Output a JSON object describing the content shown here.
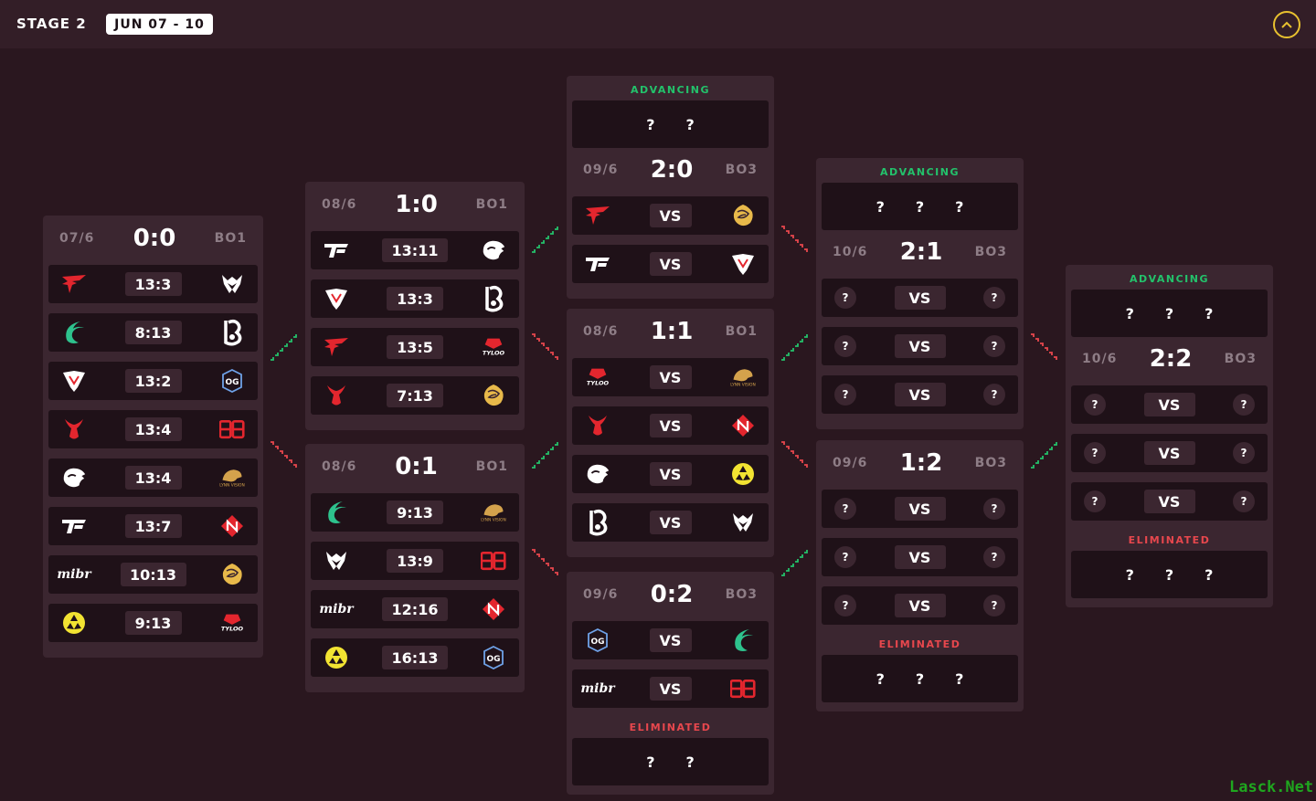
{
  "header": {
    "stage": "STAGE 2",
    "dates": "JUN 07 - 10"
  },
  "statuses": {
    "advancing": "ADVANCING",
    "eliminated": "ELIMINATED",
    "unknown": "?",
    "vs": "VS"
  },
  "colors": {
    "background": "#2a171f",
    "panel": "#3b2630",
    "row": "#1f1118",
    "advancing": "#23c26b",
    "eliminated": "#e7474d",
    "accent": "#e8c12f"
  },
  "groups": {
    "g00": {
      "date": "07/6",
      "record": "0:0",
      "format": "BO1",
      "matches": [
        {
          "left": "faze-logo",
          "score": "13:3",
          "right": "heroic-logo"
        },
        {
          "left": "falcons-logo",
          "score": "8:13",
          "right": "b8-logo"
        },
        {
          "left": "virtus-pro-logo",
          "score": "13:2",
          "right": "og-logo"
        },
        {
          "left": "g2-logo",
          "score": "13:4",
          "right": "big-logo"
        },
        {
          "left": "furia-logo",
          "score": "13:4",
          "right": "lynn-vision-logo"
        },
        {
          "left": "pain-logo",
          "score": "13:7",
          "right": "nip-logo"
        },
        {
          "left": "mibr-logo",
          "score": "10:13",
          "right": "wildcard-logo"
        },
        {
          "left": "aurora-logo",
          "score": "9:13",
          "right": "tyloo-logo"
        }
      ]
    },
    "g10": {
      "date": "08/6",
      "record": "1:0",
      "format": "BO1",
      "matches": [
        {
          "left": "pain-logo",
          "score": "13:11",
          "right": "furia-logo"
        },
        {
          "left": "virtus-pro-logo",
          "score": "13:3",
          "right": "b8-logo"
        },
        {
          "left": "faze-logo",
          "score": "13:5",
          "right": "tyloo-logo"
        },
        {
          "left": "g2-logo",
          "score": "7:13",
          "right": "wildcard-logo"
        }
      ]
    },
    "g01": {
      "date": "08/6",
      "record": "0:1",
      "format": "BO1",
      "matches": [
        {
          "left": "falcons-logo",
          "score": "9:13",
          "right": "lynn-vision-logo"
        },
        {
          "left": "heroic-logo",
          "score": "13:9",
          "right": "big-logo"
        },
        {
          "left": "mibr-logo",
          "score": "12:16",
          "right": "nip-logo"
        },
        {
          "left": "aurora-logo",
          "score": "16:13",
          "right": "og-logo"
        }
      ]
    },
    "g20": {
      "date": "09/6",
      "record": "2:0",
      "format": "BO3",
      "matches": [
        {
          "left": "faze-logo",
          "score": "VS",
          "right": "wildcard-logo"
        },
        {
          "left": "pain-logo",
          "score": "VS",
          "right": "virtus-pro-logo"
        }
      ]
    },
    "g11": {
      "date": "08/6",
      "record": "1:1",
      "format": "BO1",
      "matches": [
        {
          "left": "tyloo-logo",
          "score": "VS",
          "right": "lynn-vision-logo"
        },
        {
          "left": "g2-logo",
          "score": "VS",
          "right": "nip-logo"
        },
        {
          "left": "furia-logo",
          "score": "VS",
          "right": "aurora-logo"
        },
        {
          "left": "b8-logo",
          "score": "VS",
          "right": "heroic-logo"
        }
      ]
    },
    "g02": {
      "date": "09/6",
      "record": "0:2",
      "format": "BO3",
      "matches": [
        {
          "left": "og-logo",
          "score": "VS",
          "right": "falcons-logo"
        },
        {
          "left": "mibr-logo",
          "score": "VS",
          "right": "big-logo"
        }
      ]
    },
    "g21": {
      "date": "10/6",
      "record": "2:1",
      "format": "BO3"
    },
    "g12": {
      "date": "09/6",
      "record": "1:2",
      "format": "BO3"
    },
    "g22": {
      "date": "10/6",
      "record": "2:2",
      "format": "BO3"
    }
  },
  "watermark": "Lasck.Net"
}
